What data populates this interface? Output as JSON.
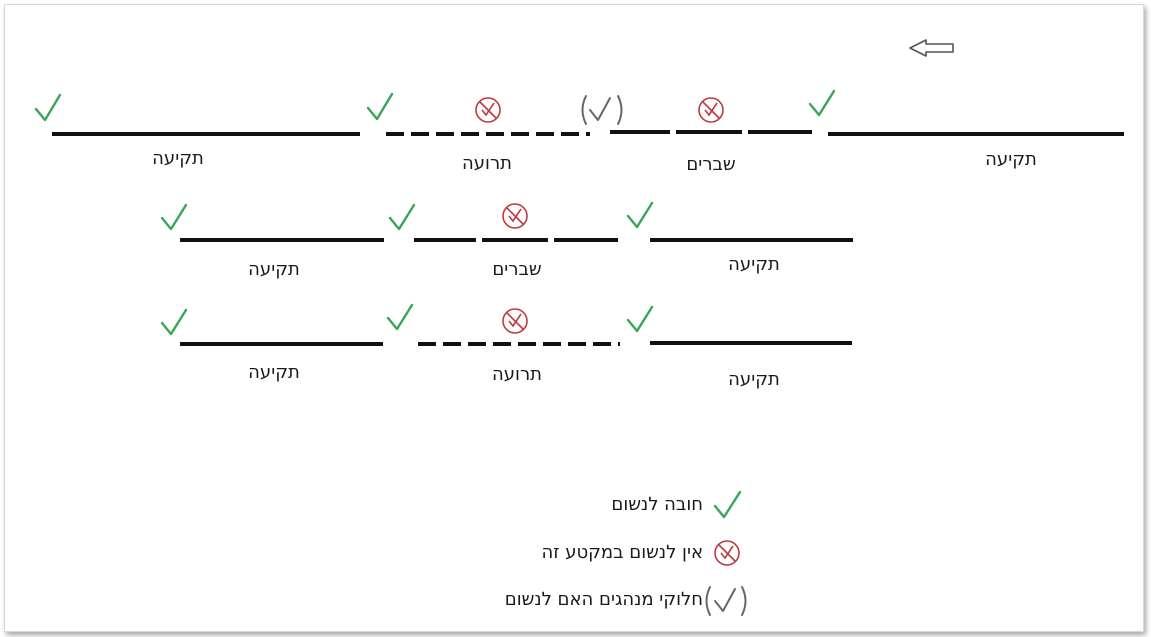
{
  "colors": {
    "check": "#3aa655",
    "forbid": "#c0393b",
    "disputed": "#666666",
    "line": "#111111"
  },
  "rows": [
    {
      "segments": [
        {
          "label": "תקיעה",
          "style": "solid"
        },
        {
          "label": "שברים",
          "style": "broken"
        },
        {
          "label": "תרועה",
          "style": "dashed"
        },
        {
          "label": "תקיעה",
          "style": "solid"
        }
      ]
    },
    {
      "segments": [
        {
          "label": "תקיעה",
          "style": "solid"
        },
        {
          "label": "שברים",
          "style": "broken"
        },
        {
          "label": "תקיעה",
          "style": "solid"
        }
      ]
    },
    {
      "segments": [
        {
          "label": "תקיעה",
          "style": "solid"
        },
        {
          "label": "תרועה",
          "style": "dashed"
        },
        {
          "label": "תקיעה",
          "style": "solid"
        }
      ]
    }
  ],
  "direction_arrow": "arrow-left-icon",
  "legend": [
    {
      "icon": "check-icon",
      "text": "חובה לנשום"
    },
    {
      "icon": "no-breath-icon",
      "text": "אין לנשום במקטע זה"
    },
    {
      "icon": "disputed-check-icon",
      "text": "חלוקי מנהגים האם לנשום"
    }
  ]
}
